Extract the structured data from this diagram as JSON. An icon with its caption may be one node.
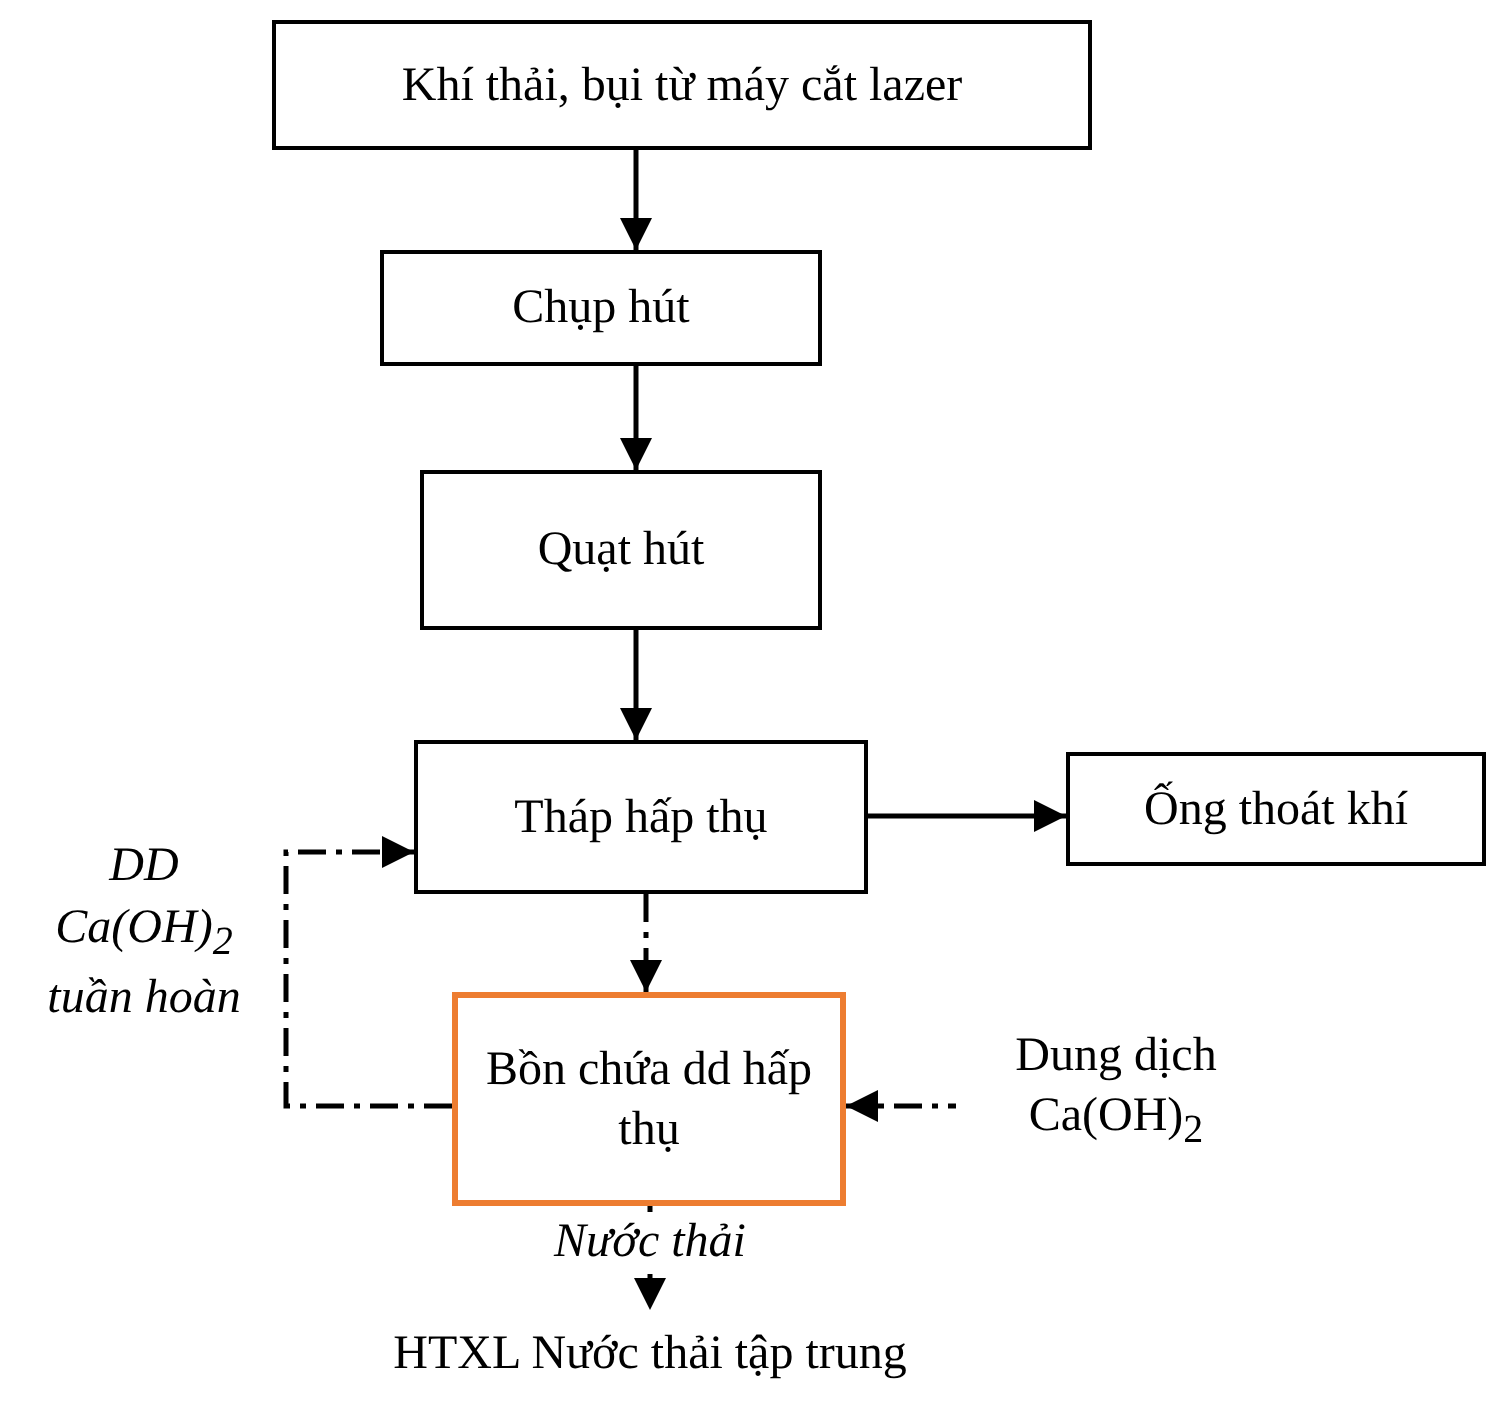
{
  "diagram": {
    "nodes": [
      {
        "text": [
          "Khí thải, bụi từ máy cắt lazer"
        ]
      },
      {
        "text": [
          "Chụp hút"
        ]
      },
      {
        "text": [
          "Quạt hút"
        ]
      },
      {
        "text": [
          "Tháp hấp thụ"
        ]
      },
      {
        "text": [
          "Ống thoát khí"
        ]
      },
      {
        "text": [
          "Bồn chứa dd hấp thụ"
        ]
      },
      {
        "text": [
          "Dung dịch Ca(OH)$_{2}$"
        ]
      },
      {
        "text": [
          "HTXL Nước thải tập trung"
        ]
      }
    ],
    "edges": [
      {
        "from": 0,
        "to": 1,
        "arrow": "to"
      },
      {
        "from": 1,
        "to": 2,
        "arrow": "to"
      },
      {
        "from": 2,
        "to": 3,
        "arrow": "to"
      },
      {
        "from": 3,
        "to": 4,
        "arrow": "to"
      },
      {
        "from": 3,
        "to": 5,
        "arrow": "to",
        "style": "dashed"
      },
      {
        "from": 5,
        "to": 3,
        "arrow": "to",
        "style": "dashed",
        "label": "DD Ca(OH)$_{2}$ tuần hoàn"
      },
      {
        "from": 6,
        "to": 5,
        "arrow": "to",
        "style": "dashed"
      },
      {
        "from": 5,
        "to": 7,
        "arrow": "to",
        "style": "dashed",
        "label": "Nước thải"
      }
    ]
  }
}
